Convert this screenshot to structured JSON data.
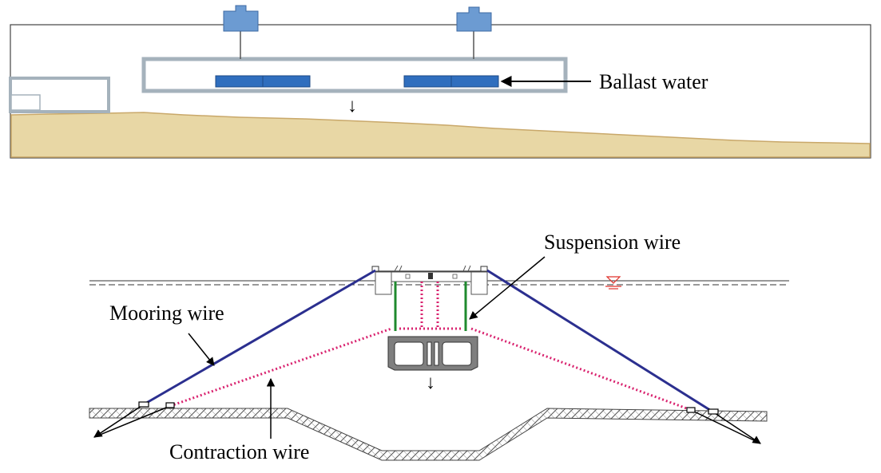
{
  "top_panel": {
    "ballast_label": "Ballast water",
    "lower_arrow": "↓",
    "colors": {
      "sand": "#e8d7a5",
      "sand_edge": "#c9a86a",
      "frame": "#a5b2bc",
      "ballast": "#2f6ebe",
      "crane": "#6c9bd2"
    }
  },
  "bottom_panel": {
    "suspension_label": "Suspension wire",
    "mooring_label": "Mooring wire",
    "contraction_label": "Contraction wire",
    "lower_arrow": "↓",
    "colors": {
      "mooring": "#2b2f8f",
      "contraction": "#d9236f",
      "suspension": "#1f8a2e",
      "element_fill": "#7f7f7f",
      "water_line": "#333333",
      "water_symbol": "#e0322b"
    }
  }
}
